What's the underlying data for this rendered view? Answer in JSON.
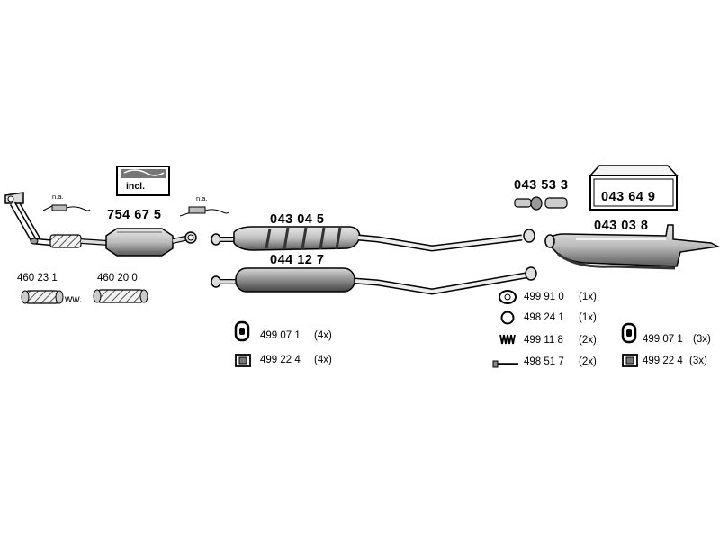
{
  "parts": {
    "catalytic_converter": "754 67 5",
    "incl_label": "incl.",
    "na_left": "n.a.",
    "na_right": "n.a.",
    "flange_left": "460 23 1",
    "flange_right": "460 20 0",
    "ww": "ww.",
    "middle_silencer_upper": "043 04 5",
    "middle_silencer_lower": "044 12 7",
    "connector": "043 53 3",
    "mounting_kit": "043 64 9",
    "rear_silencer": "043 03 8"
  },
  "accessories_center": [
    {
      "icon": "rubber-hanger",
      "part": "499 07 1",
      "qty": "(4x)"
    },
    {
      "icon": "rubber-block",
      "part": "499 22 4",
      "qty": "(4x)"
    }
  ],
  "accessories_right_a": [
    {
      "icon": "gasket",
      "part": "499 91 0",
      "qty": "(1x)"
    },
    {
      "icon": "ring",
      "part": "498 24 1",
      "qty": "(1x)"
    },
    {
      "icon": "spring",
      "part": "499 11 8",
      "qty": "(2x)"
    },
    {
      "icon": "bolt",
      "part": "498 51 7",
      "qty": "(2x)"
    }
  ],
  "accessories_right_b": [
    {
      "icon": "rubber-hanger",
      "part": "499 07 1",
      "qty": "(3x)"
    },
    {
      "icon": "rubber-block",
      "part": "499 22 4",
      "qty": "(3x)"
    }
  ]
}
